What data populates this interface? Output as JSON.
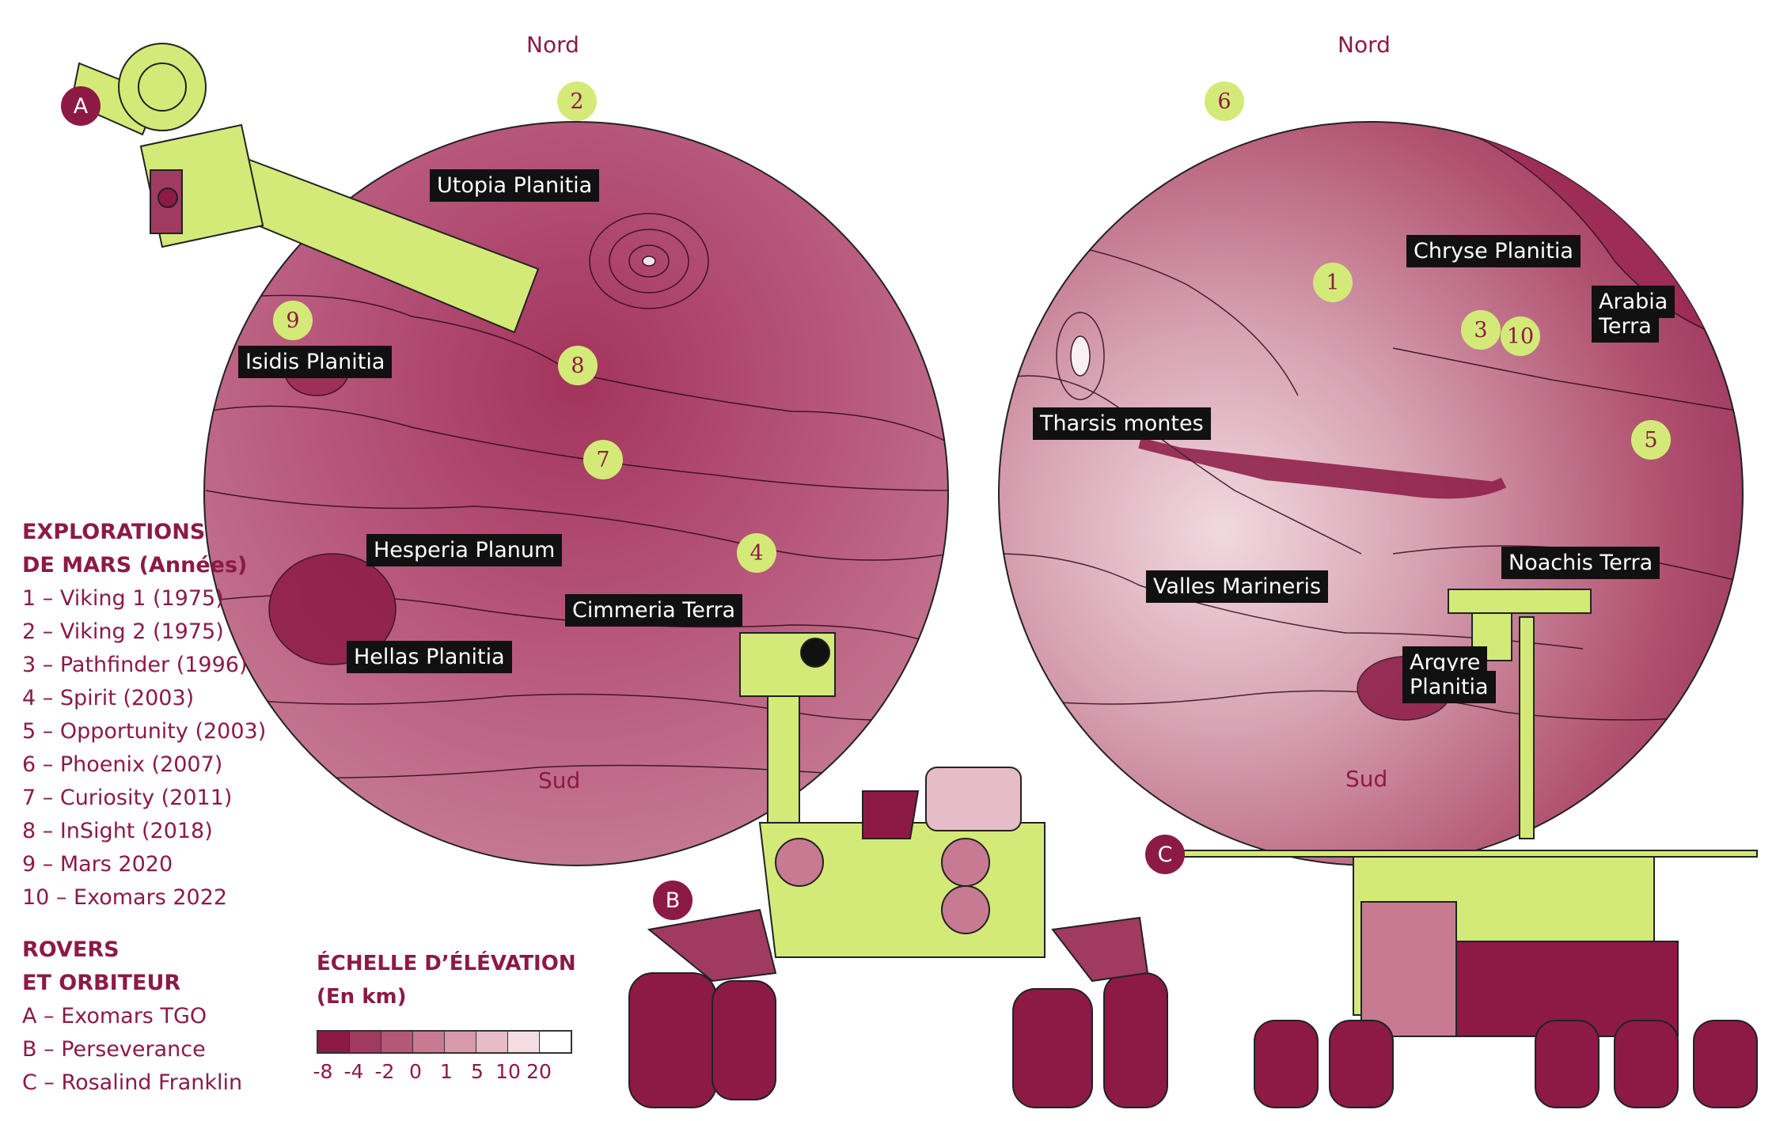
{
  "colors": {
    "accent": "#8c1a45",
    "vehicle": "#d4ea78",
    "label_bg": "#111111",
    "elevation": [
      "#8c1a45",
      "#a03a5e",
      "#b45878",
      "#c87a92",
      "#d79aac",
      "#e6bcc8",
      "#f3dde3",
      "#ffffff"
    ]
  },
  "globe_west": {
    "north": "Nord",
    "south": "Sud",
    "labels": [
      "Utopia Planitia",
      "Isidis Planitia",
      "Hesperia Planum",
      "Cimmeria Terra",
      "Hellas Planitia"
    ],
    "sites": [
      "2",
      "9",
      "8",
      "7",
      "4"
    ]
  },
  "globe_east": {
    "north": "Nord",
    "south": "Sud",
    "labels": [
      "Chryse Planitia",
      "Arabia",
      "Terra",
      "Tharsis montes",
      "Valles Marineris",
      "Noachis Terra",
      "Argyre",
      "Planitia"
    ],
    "sites": [
      "6",
      "1",
      "3",
      "10",
      "5"
    ]
  },
  "vehicle_markers": [
    "A",
    "B",
    "C"
  ],
  "legend_missions": {
    "title_line1": "EXPLORATIONS",
    "title_line2": "DE MARS (Années)",
    "items": [
      "1 – Viking 1 (1975)",
      "2 – Viking 2 (1975)",
      "3 – Pathfinder (1996)",
      "4 – Spirit (2003)",
      "5 – Opportunity (2003)",
      "6 – Phoenix (2007)",
      "7 – Curiosity (2011)",
      "8 – InSight (2018)",
      "9 – Mars 2020",
      "10 – Exomars 2022"
    ]
  },
  "legend_vehicles": {
    "title_line1": "ROVERS",
    "title_line2": "ET ORBITEUR",
    "items": [
      "A – Exomars TGO",
      "B – Perseverance",
      "C – Rosalind Franklin"
    ]
  },
  "elevation_scale": {
    "title": "ÉCHELLE D’ÉLÉVATION",
    "unit": "(En km)",
    "ticks": [
      "-8",
      "-4",
      "-2",
      "0",
      "1",
      "5",
      "10",
      "20"
    ]
  }
}
